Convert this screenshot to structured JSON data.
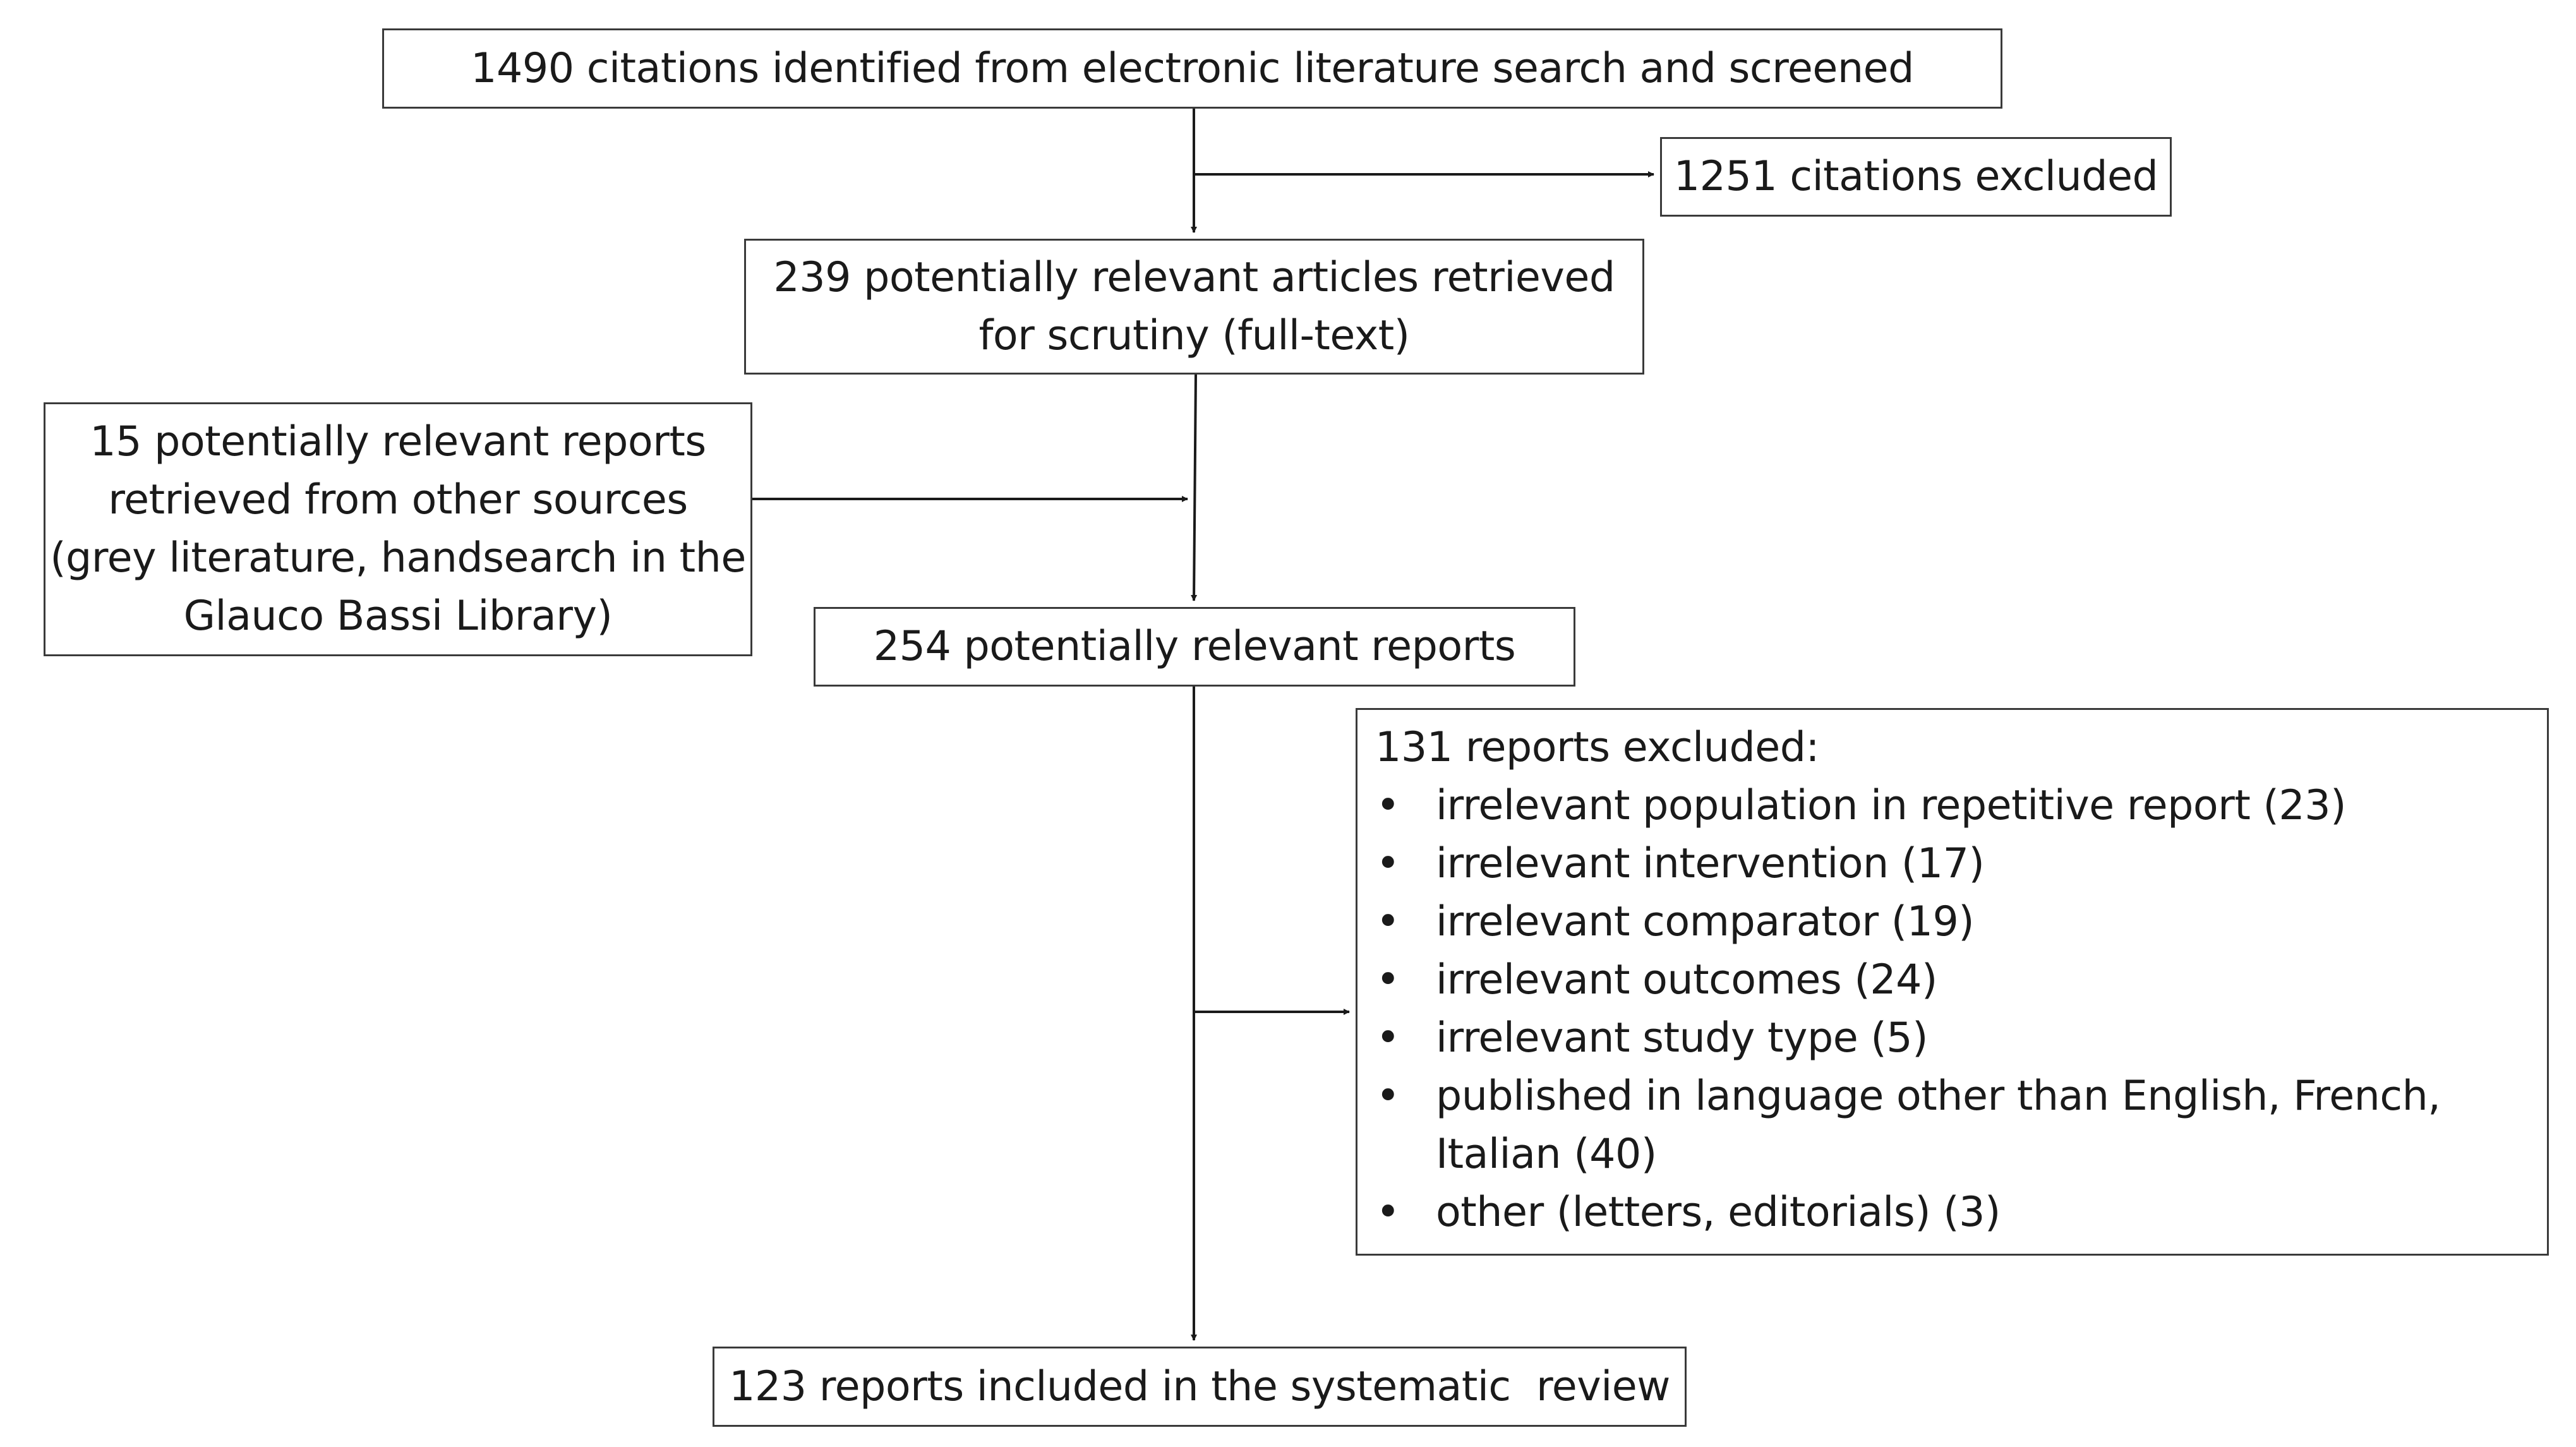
{
  "flow": {
    "identified": "1490 citations identified from electronic literature search and screened",
    "excluded_citations": "1251 citations excluded",
    "retrieved_lines": [
      "239 potentially relevant articles retrieved",
      "for scrutiny (full-text)"
    ],
    "other_sources_lines": [
      "15 potentially relevant reports",
      "retrieved from other sources",
      "(grey literature, handsearch in the",
      "Glauco Bassi Library)"
    ],
    "relevant": "254 potentially relevant reports",
    "excluded_reports": {
      "heading": "131 reports excluded:",
      "bullet": "•",
      "items": [
        [
          "irrelevant population in repetitive report (23)"
        ],
        [
          "irrelevant intervention (17)"
        ],
        [
          "irrelevant comparator (19)"
        ],
        [
          "irrelevant outcomes (24)"
        ],
        [
          "irrelevant study type (5)"
        ],
        [
          "published in language other than English, French,",
          "Italian (40)"
        ],
        [
          "other (letters, editorials) (3)"
        ]
      ]
    },
    "included": "123 reports included in the systematic  review"
  }
}
